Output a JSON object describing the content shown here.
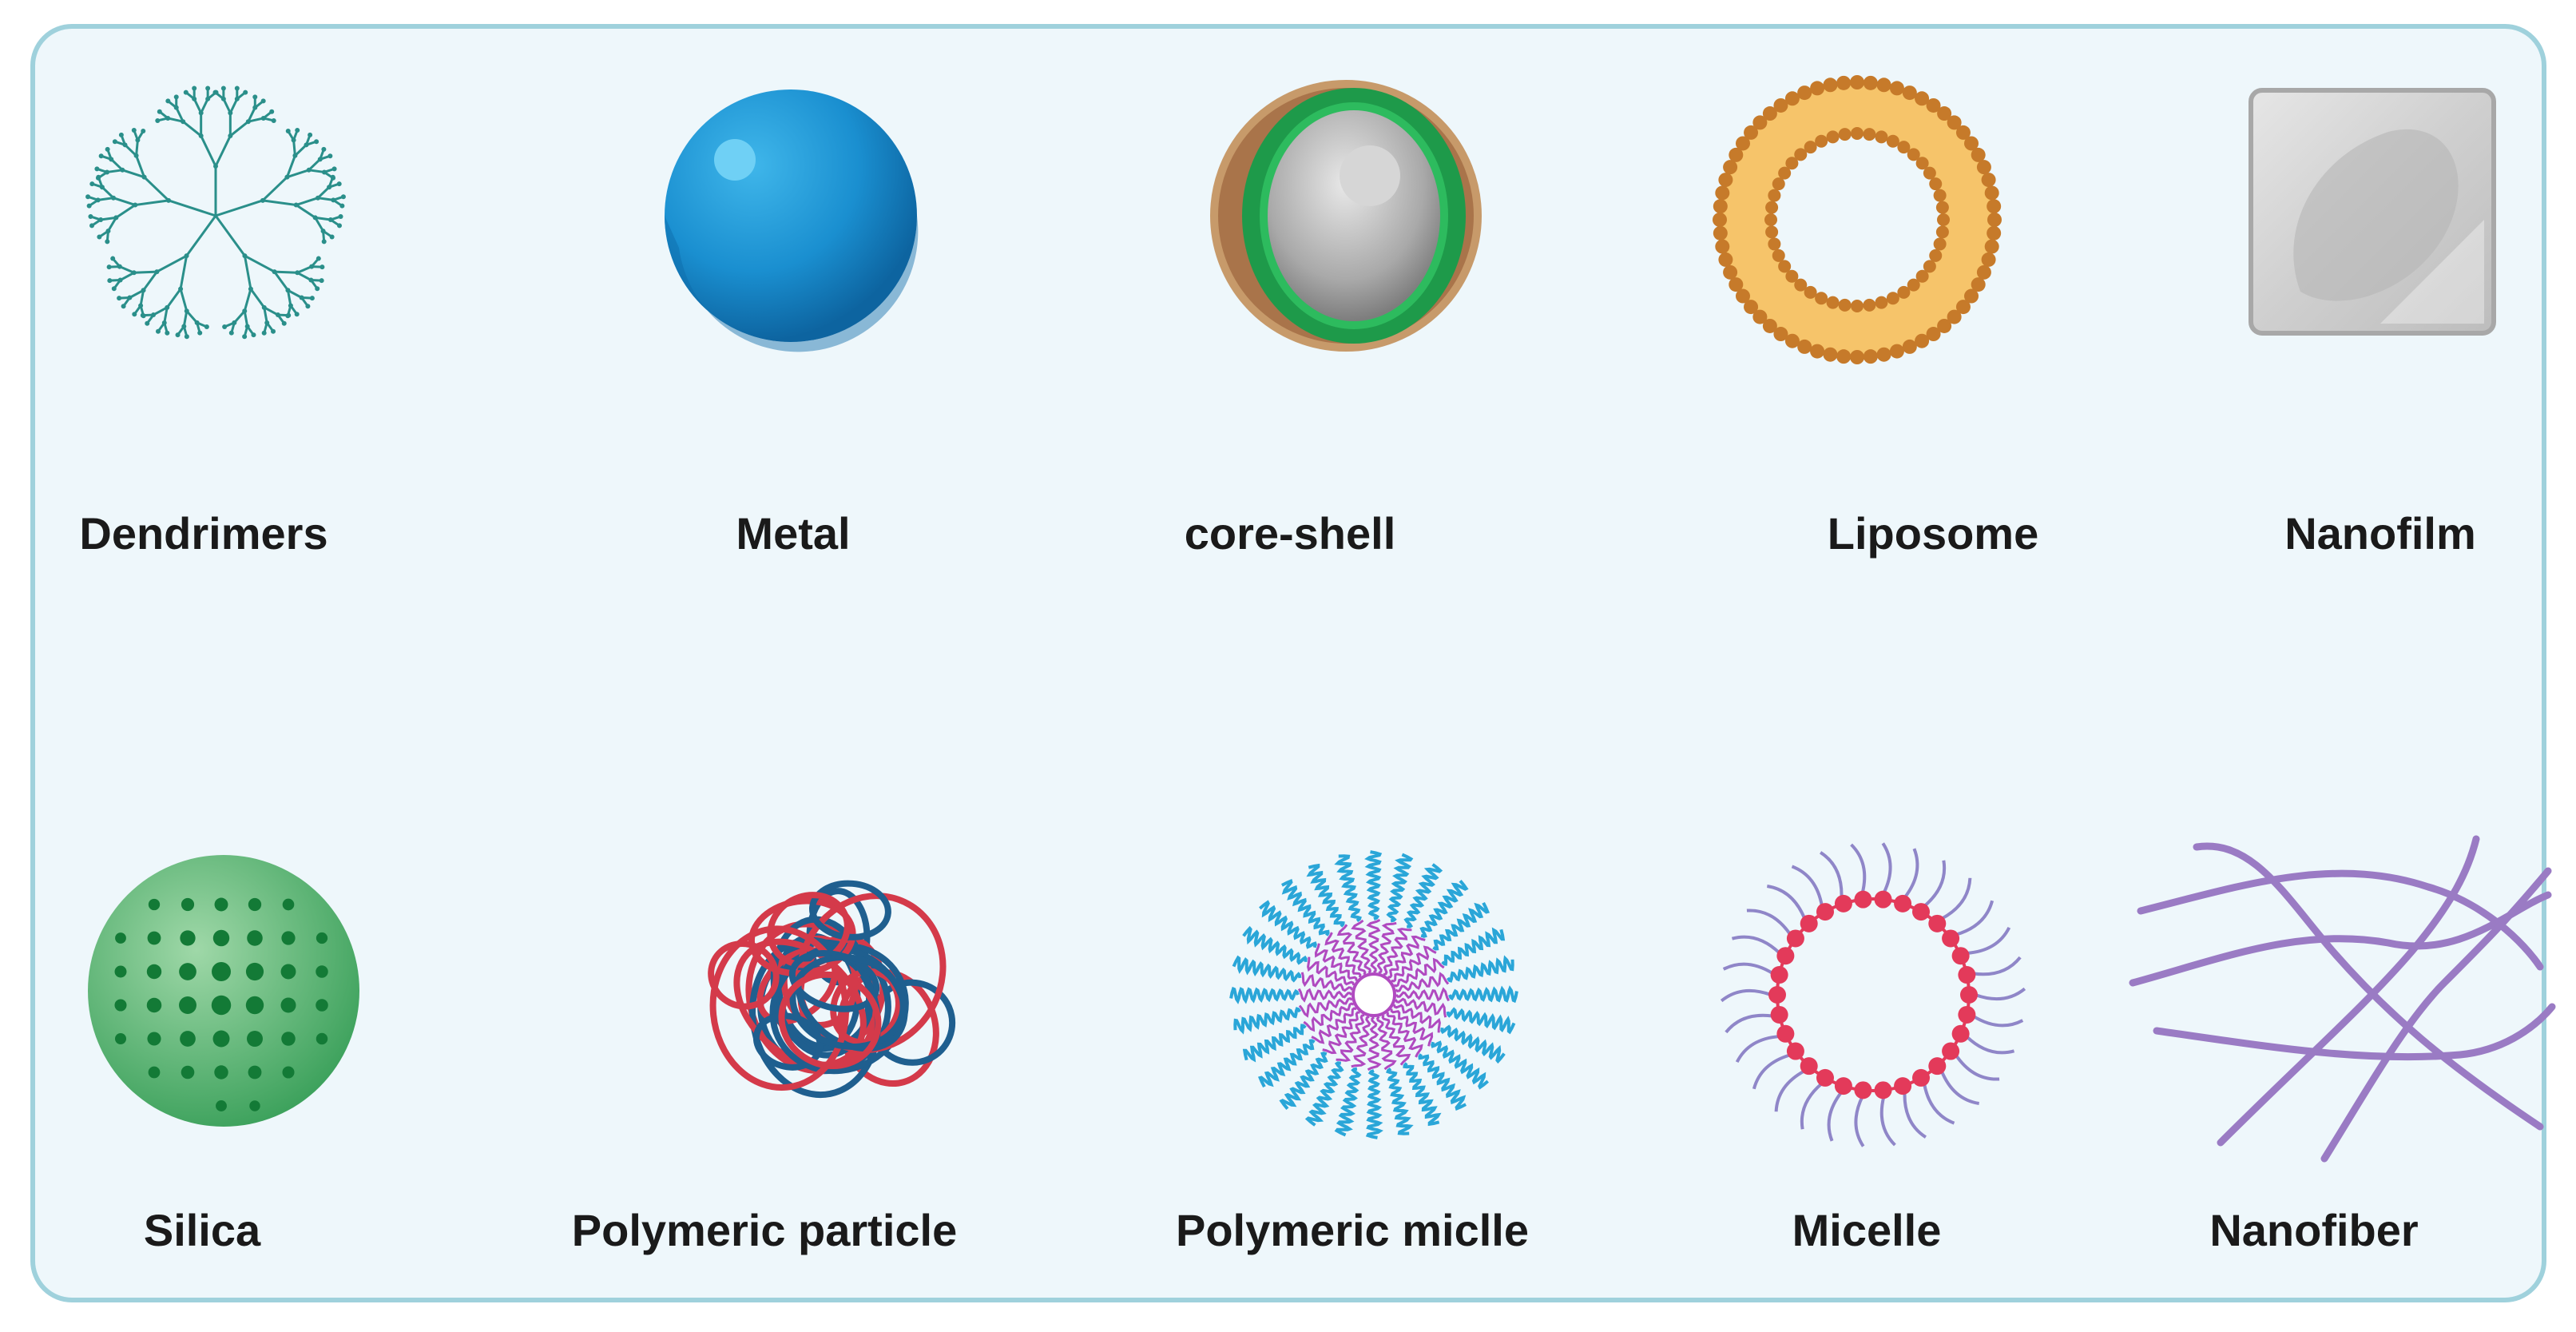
{
  "items": [
    {
      "label": "Dendrimers",
      "icon": "dendrimer-icon"
    },
    {
      "label": "Metal",
      "icon": "metal-sphere-icon"
    },
    {
      "label": "core-shell",
      "icon": "core-shell-icon"
    },
    {
      "label": "Liposome",
      "icon": "liposome-icon"
    },
    {
      "label": "Nanofilm",
      "icon": "nanofilm-icon"
    },
    {
      "label": "Silica",
      "icon": "silica-sphere-icon"
    },
    {
      "label": "Polymeric particle",
      "icon": "polymeric-particle-icon"
    },
    {
      "label": "Polymeric miclle",
      "icon": "polymeric-micelle-icon"
    },
    {
      "label": "Micelle",
      "icon": "micelle-icon"
    },
    {
      "label": "Nanofiber",
      "icon": "nanofiber-icon"
    }
  ],
  "colors": {
    "panel_border": "#9fd1dc",
    "panel_bg": "#eef7fb",
    "dendrimer": "#2a8f8a",
    "metal": "#1a8fd0",
    "core_shell_green": "#1e9a4a",
    "core_shell_shell": "#a9744a",
    "liposome": "#c67a2a",
    "silica": "#3aa05a",
    "polymer_red": "#d43a4a",
    "polymer_blue": "#1f5f8f",
    "micelle_tail": "#2aa6d8",
    "micelle_head": "#e33a5a",
    "nanofiber": "#9a7bc4"
  }
}
